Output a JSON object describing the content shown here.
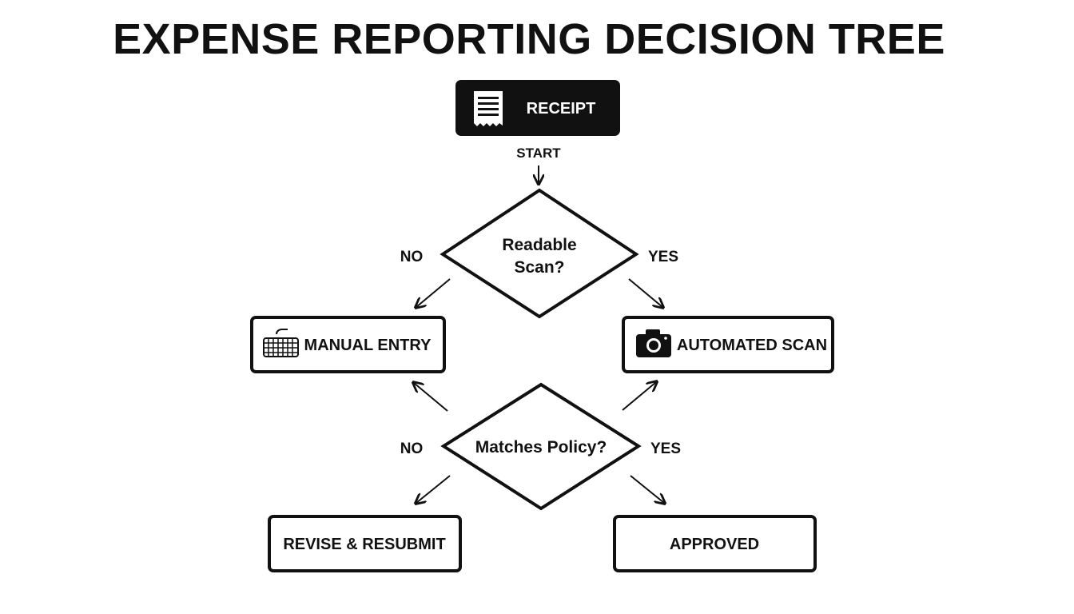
{
  "title": "EXPENSE REPORTING DECISION TREE",
  "nodes": {
    "receipt": {
      "label": "RECEIPT",
      "icon": "receipt-icon"
    },
    "start_label": "START",
    "readable_scan": {
      "line1": "Readable",
      "line2": "Scan?"
    },
    "manual_entry": {
      "label": "MANUAL ENTRY",
      "icon": "keyboard-icon"
    },
    "automated_scan": {
      "label": "AUTOMATED SCAN",
      "icon": "camera-icon"
    },
    "matches_policy": {
      "label": "Matches Policy?"
    },
    "revise_resubmit": {
      "label": "REVISE & RESUBMIT"
    },
    "approved": {
      "label": "APPROVED"
    }
  },
  "branches": {
    "scan_no": "NO",
    "scan_yes": "YES",
    "policy_no": "NO",
    "policy_yes": "YES"
  },
  "colors": {
    "ink": "#111111",
    "background": "#ffffff",
    "receipt_fill": "#111111",
    "receipt_text": "#ffffff"
  }
}
